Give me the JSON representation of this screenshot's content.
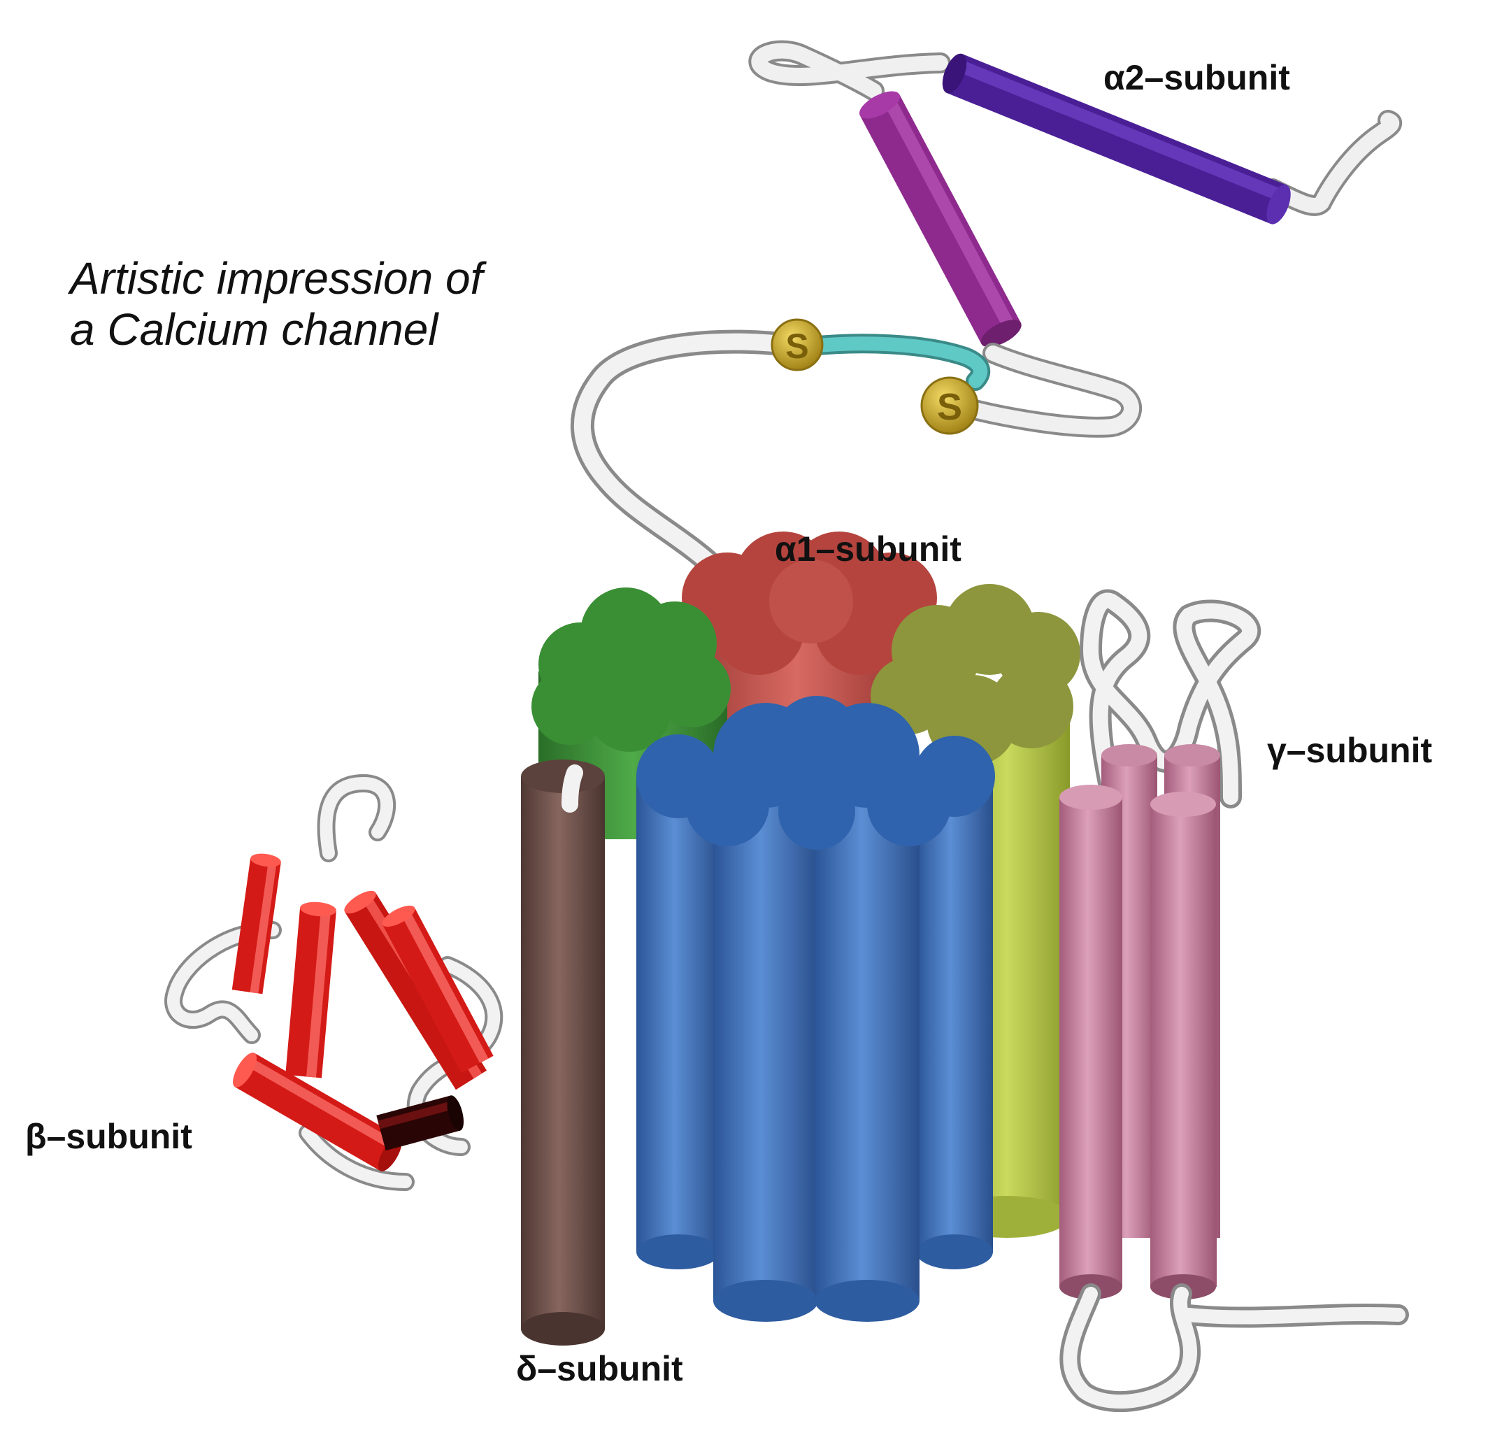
{
  "caption": {
    "line1": "Artistic impression of",
    "line2": "a Calcium channel"
  },
  "labels": {
    "alpha2": "α2–subunit",
    "alpha1": "α1–subunit",
    "gamma": "γ–subunit",
    "beta": "β–subunit",
    "delta": "δ–subunit"
  },
  "disulfide": {
    "atom1": "S",
    "atom2": "S"
  },
  "colors": {
    "alpha2_helix": "#4a1f96",
    "alpha2_helix2": "#8e2a8e",
    "disulfide_bridge": "#5fc9c6",
    "sulfur": "#c9a82a",
    "alpha1_domain_red": "#c0504a",
    "alpha1_domain_green": "#3a8f35",
    "alpha1_domain_olive": "#8d963c",
    "alpha1_domain_blue": "#3e6fbd",
    "alpha1_domain_lime": "#b7c94a",
    "gamma": "#c97f9e",
    "beta": "#e0201c",
    "delta": "#6e5049",
    "loop": "#e6e6e6"
  }
}
